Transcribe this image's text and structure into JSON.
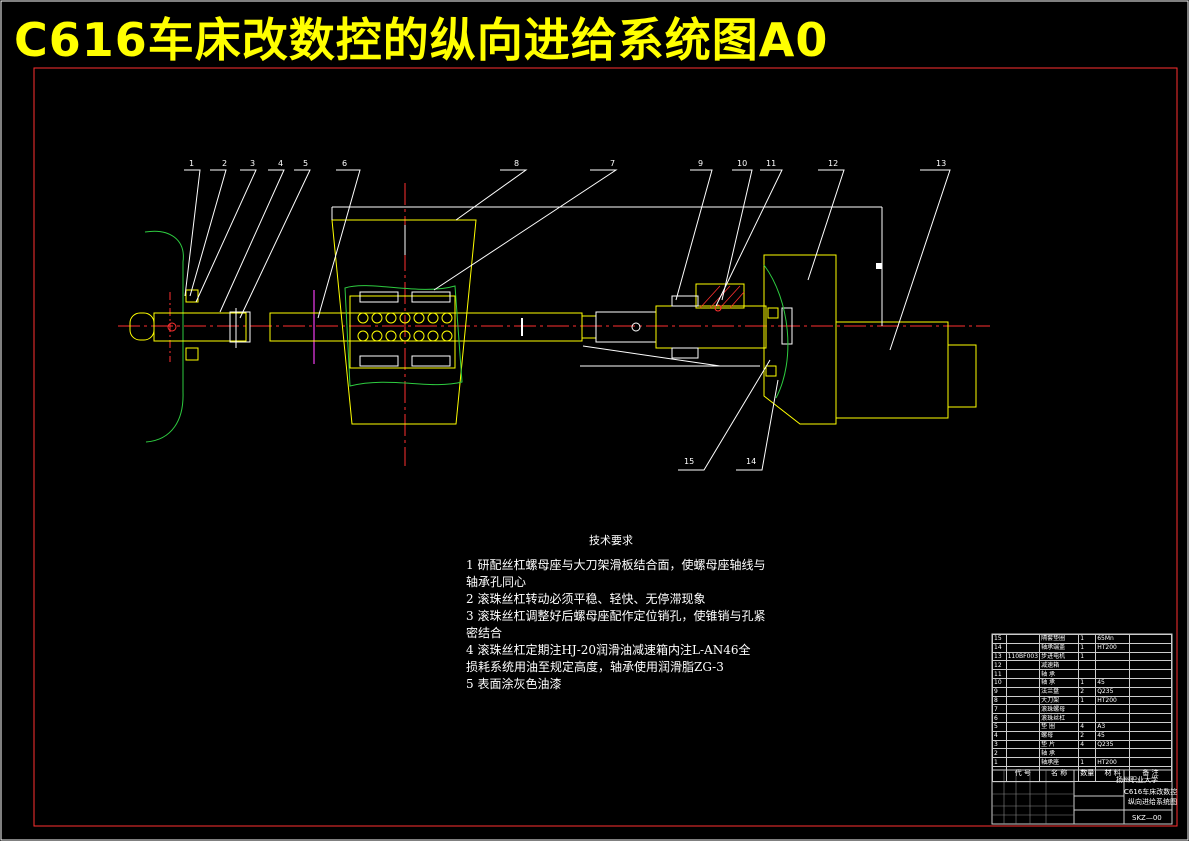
{
  "title": "C616车床改数控的纵向进给系统图A0",
  "callouts": [
    "1",
    "2",
    "3",
    "4",
    "5",
    "6",
    "8",
    "7",
    "9",
    "10",
    "11",
    "12",
    "13",
    "15",
    "14"
  ],
  "tech_requirements": {
    "heading": "技术要求",
    "items": [
      "1 研配丝杠螺母座与大刀架滑板结合面，使螺母座轴线与轴承孔同心",
      "2 滚珠丝杠转动必须平稳、轻快、无停滞现象",
      "3 滚珠丝杠调整好后螺母座配作定位销孔，使锥销与孔紧密结合",
      "4 滚珠丝杠定期注HJ-20润滑油减速箱内注L-AN46全  损耗系统用油至规定高度，轴承使用润滑脂ZG-3",
      "5 表面涂灰色油漆"
    ]
  },
  "title_block": {
    "bom_rows": [
      {
        "no": "15",
        "code": "",
        "name": "隔套垫圈",
        "qty": "1",
        "material": "65Mn",
        "note": ""
      },
      {
        "no": "14",
        "code": "",
        "name": "轴承端盖",
        "qty": "1",
        "material": "HT200",
        "note": ""
      },
      {
        "no": "13",
        "code": "110BF003",
        "name": "步进电机",
        "qty": "1",
        "material": "",
        "note": ""
      },
      {
        "no": "12",
        "code": "",
        "name": "减速箱",
        "qty": "",
        "material": "",
        "note": ""
      },
      {
        "no": "11",
        "code": "",
        "name": "轴 承",
        "qty": "",
        "material": "",
        "note": ""
      },
      {
        "no": "10",
        "code": "",
        "name": "轴 承",
        "qty": "1",
        "material": "45",
        "note": ""
      },
      {
        "no": "9",
        "code": "",
        "name": "法兰盘",
        "qty": "2",
        "material": "Q235",
        "note": ""
      },
      {
        "no": "8",
        "code": "",
        "name": "大刀架",
        "qty": "1",
        "material": "HT200",
        "note": ""
      },
      {
        "no": "7",
        "code": "",
        "name": "滚珠螺母",
        "qty": "",
        "material": "",
        "note": ""
      },
      {
        "no": "6",
        "code": "",
        "name": "滚珠丝杠",
        "qty": "",
        "material": "",
        "note": ""
      },
      {
        "no": "5",
        "code": "",
        "name": "垫 圈",
        "qty": "4",
        "material": "A3",
        "note": ""
      },
      {
        "no": "4",
        "code": "",
        "name": "螺母",
        "qty": "2",
        "material": "45",
        "note": ""
      },
      {
        "no": "3",
        "code": "",
        "name": "垫 片",
        "qty": "4",
        "material": "Q235",
        "note": ""
      },
      {
        "no": "2",
        "code": "",
        "name": "轴 承",
        "qty": "",
        "material": "",
        "note": ""
      },
      {
        "no": "1",
        "code": "",
        "name": "轴承座",
        "qty": "1",
        "material": "HT200",
        "note": ""
      }
    ],
    "headers": [
      "代 号",
      "名 称",
      "数量",
      "材 料",
      "备 注"
    ],
    "school": "扬州职业大学",
    "drawing_name_line1": "C616车床改数控",
    "drawing_name_line2": "纵向进给系统图",
    "drawing_code": "SKZ—00"
  }
}
